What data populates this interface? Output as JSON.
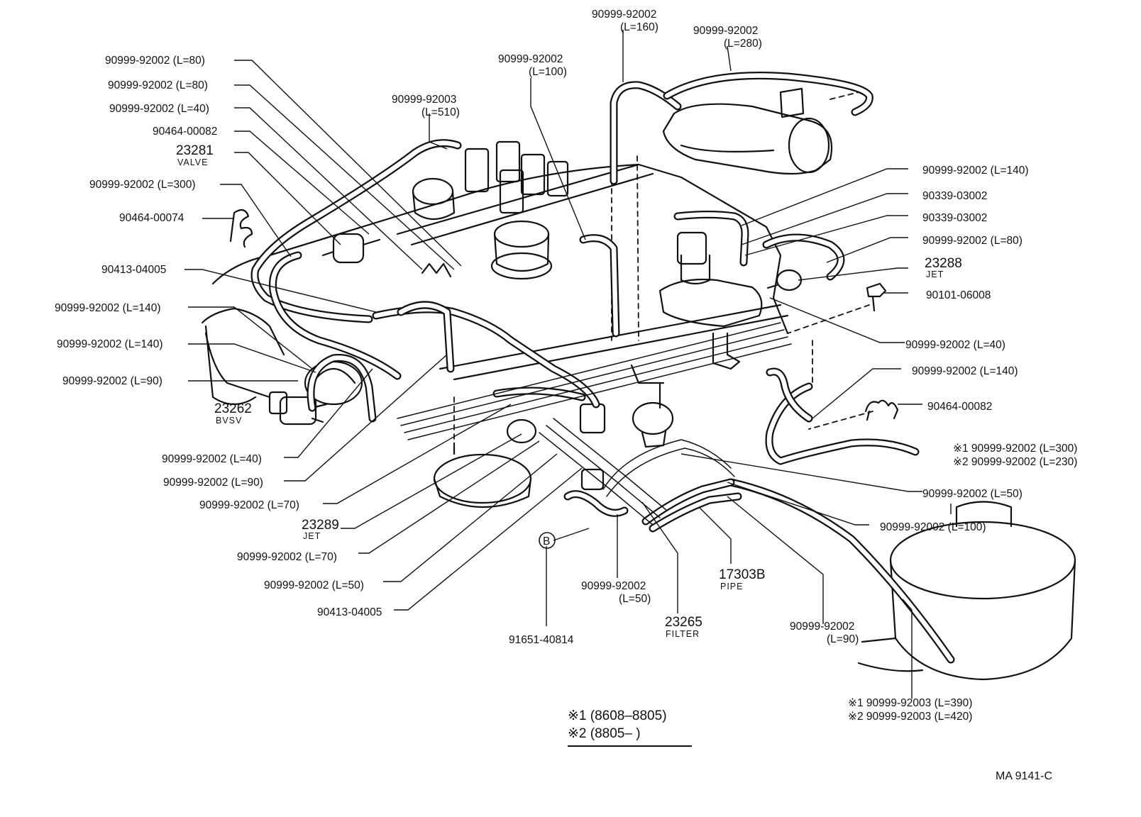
{
  "labels": {
    "l01a": "90999-92002",
    "l01b": "(L=160)",
    "l02a": "90999-92002",
    "l02b": "(L=280)",
    "l03": "90999-92002 (L=80)",
    "l04": "90999-92002 (L=80)",
    "l05": "90999-92002 (L=40)",
    "l06": "90464-00082",
    "l07a": "23281",
    "l07b": "VALVE",
    "l08": "90999-92002 (L=300)",
    "l09": "90464-00074",
    "l10": "90413-04005",
    "l11": "90999-92002 (L=140)",
    "l12": "90999-92002 (L=140)",
    "l13": "90999-92002 (L=90)",
    "l14a": "23262",
    "l14b": "BVSV",
    "l15": "90999-92002 (L=40)",
    "l16": "90999-92002 (L=90)",
    "l17": "90999-92002 (L=70)",
    "l18a": "23289",
    "l18b": "JET",
    "l19": "90999-92002 (L=70)",
    "l20": "90999-92002 (L=50)",
    "l21": "90413-04005",
    "l22a": "90999-92003",
    "l22b": "(L=510)",
    "l23a": "90999-92002",
    "l23b": "(L=100)",
    "l24": "90999-92002 (L=140)",
    "l25": "90339-03002",
    "l26": "90339-03002",
    "l27": "90999-92002 (L=80)",
    "l28a": "23288",
    "l28b": "JET",
    "l29": "90101-06008",
    "l30": "90999-92002 (L=40)",
    "l31": "90999-92002 (L=140)",
    "l32": "90464-00082",
    "l33a": "※1 90999-92002 (L=300)",
    "l33b": "※2 90999-92002 (L=230)",
    "l34": "90999-92002 (L=50)",
    "l35": "90999-92002 (L=100)",
    "l36a": "17303B",
    "l36b": "PIPE",
    "l37a": "90999-92002",
    "l37b": "(L=90)",
    "l38a": "23265",
    "l38b": "FILTER",
    "l39a": "90999-92002",
    "l39b": "(L=50)",
    "l40": "91651-40814",
    "l41": "B",
    "l42a": "※1 90999-92003 (L=390)",
    "l42b": "※2 90999-92003 (L=420)"
  },
  "notes": {
    "line1": "※1 (8608–8805)",
    "line2": "※2 (8805–        )"
  },
  "figure_code": "MA  9141-C"
}
